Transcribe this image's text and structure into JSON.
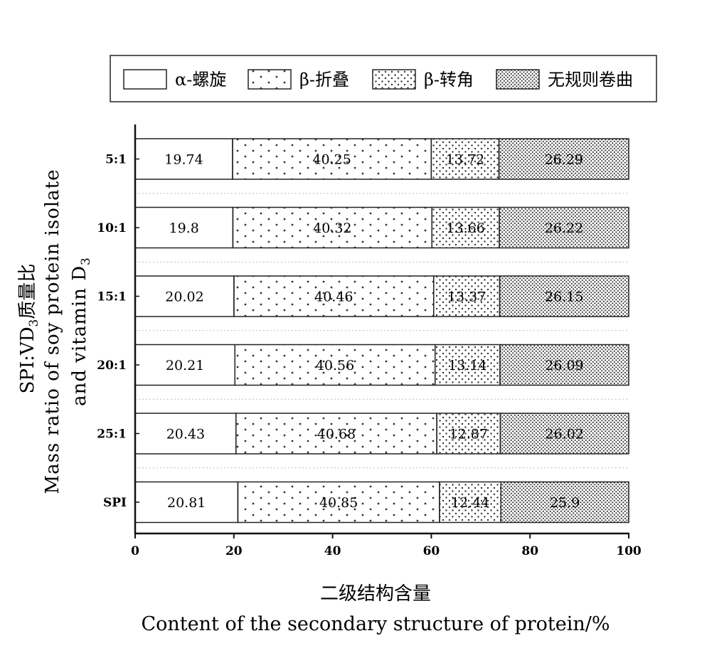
{
  "chart_data": {
    "type": "bar",
    "orientation": "horizontal",
    "stacked": true,
    "categories": [
      "5:1",
      "10:1",
      "15:1",
      "20:1",
      "25:1",
      "SPI"
    ],
    "series": [
      {
        "name": "α-螺旋",
        "values": [
          19.74,
          19.8,
          20.02,
          20.21,
          20.43,
          20.81
        ],
        "labels": [
          "19.74",
          "19.8",
          "20.02",
          "20.21",
          "20.43",
          "20.81"
        ]
      },
      {
        "name": "β-折叠",
        "values": [
          40.25,
          40.32,
          40.46,
          40.56,
          40.68,
          40.85
        ],
        "labels": [
          "40.25",
          "40.32",
          "40.46",
          "40.56",
          "40.68",
          "40.85"
        ]
      },
      {
        "name": "β-转角",
        "values": [
          13.72,
          13.66,
          13.37,
          13.14,
          12.87,
          12.44
        ],
        "labels": [
          "13.72",
          "13.66",
          "13.37",
          "13.14",
          "12.87",
          "12.44"
        ]
      },
      {
        "name": "无规则卷曲",
        "values": [
          26.29,
          26.22,
          26.15,
          26.09,
          26.02,
          25.9
        ],
        "labels": [
          "26.29",
          "26.22",
          "26.15",
          "26.09",
          "26.02",
          "25.9"
        ]
      }
    ],
    "xlim": [
      0,
      100
    ],
    "xticks": [
      "0",
      "20",
      "40",
      "60",
      "80",
      "100"
    ],
    "xlabel_cn": "二级结构含量",
    "xlabel_en": "Content of the secondary structure of protein/%",
    "ylabel_cn": "SPI:VD",
    "ylabel_cn_sub": "3",
    "ylabel_cn_suffix": "质量比",
    "ylabel_en_line1": "Mass ratio of soy protein isolate",
    "ylabel_en_line2_pre": "and vitamin D",
    "ylabel_en_line2_sub": "3",
    "legend_position": "top",
    "patterns": [
      "none",
      "sparse-dots",
      "medium-dots",
      "dense-dots"
    ],
    "colors": {
      "bar_fill": "#ffffff",
      "stroke": "#222222",
      "dot": "#333333",
      "gridline": "#bbbbbb"
    }
  }
}
